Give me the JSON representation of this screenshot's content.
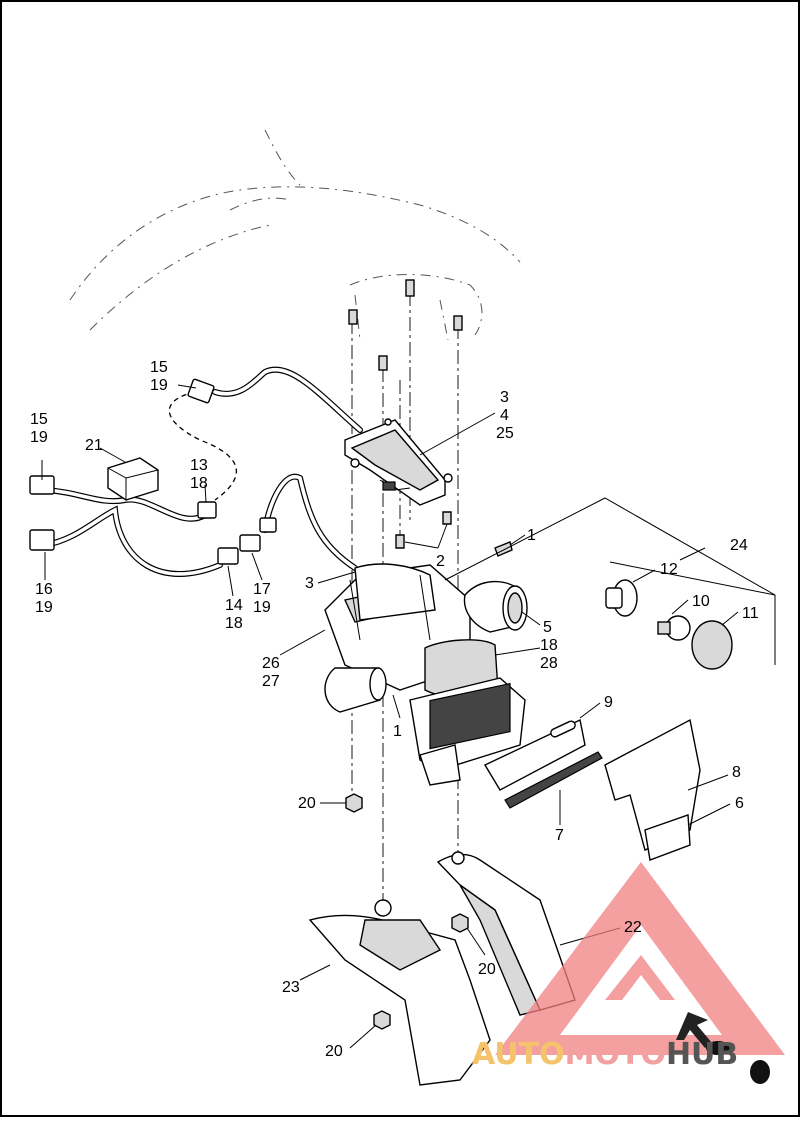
{
  "callouts": [
    {
      "id": "c15a",
      "text": "15"
    },
    {
      "id": "c19a",
      "text": "19"
    },
    {
      "id": "c15b",
      "text": "15"
    },
    {
      "id": "c19b",
      "text": "19"
    },
    {
      "id": "c21",
      "text": "21"
    },
    {
      "id": "c13",
      "text": "13"
    },
    {
      "id": "c18a",
      "text": "18"
    },
    {
      "id": "c16",
      "text": "16"
    },
    {
      "id": "c19c",
      "text": "19"
    },
    {
      "id": "c14",
      "text": "14"
    },
    {
      "id": "c18b",
      "text": "18"
    },
    {
      "id": "c17",
      "text": "17"
    },
    {
      "id": "c19d",
      "text": "19"
    },
    {
      "id": "c3a",
      "text": "3"
    },
    {
      "id": "c4",
      "text": "4"
    },
    {
      "id": "c25",
      "text": "25"
    },
    {
      "id": "c2",
      "text": "2"
    },
    {
      "id": "c1a",
      "text": "1"
    },
    {
      "id": "c24",
      "text": "24"
    },
    {
      "id": "c3b",
      "text": "3"
    },
    {
      "id": "c12",
      "text": "12"
    },
    {
      "id": "c10",
      "text": "10"
    },
    {
      "id": "c11",
      "text": "11"
    },
    {
      "id": "c5",
      "text": "5"
    },
    {
      "id": "c18c",
      "text": "18"
    },
    {
      "id": "c28",
      "text": "28"
    },
    {
      "id": "c26",
      "text": "26"
    },
    {
      "id": "c27",
      "text": "27"
    },
    {
      "id": "c1b",
      "text": "1"
    },
    {
      "id": "c9",
      "text": "9"
    },
    {
      "id": "c8",
      "text": "8"
    },
    {
      "id": "c6",
      "text": "6"
    },
    {
      "id": "c7",
      "text": "7"
    },
    {
      "id": "c20a",
      "text": "20"
    },
    {
      "id": "c22",
      "text": "22"
    },
    {
      "id": "c20b",
      "text": "20"
    },
    {
      "id": "c23",
      "text": "23"
    },
    {
      "id": "c20c",
      "text": "20"
    }
  ],
  "watermark": {
    "word_part1": "AUTO",
    "word_part2": "MOTO",
    "word_part3": "HUB",
    "color_triangle": "#f08080",
    "color_part1": "#f5c36b",
    "color_part2": "#f2a0a0",
    "color_part3": "#555555"
  },
  "colors": {
    "line": "#000000",
    "background": "#ffffff",
    "border": "#000000"
  }
}
